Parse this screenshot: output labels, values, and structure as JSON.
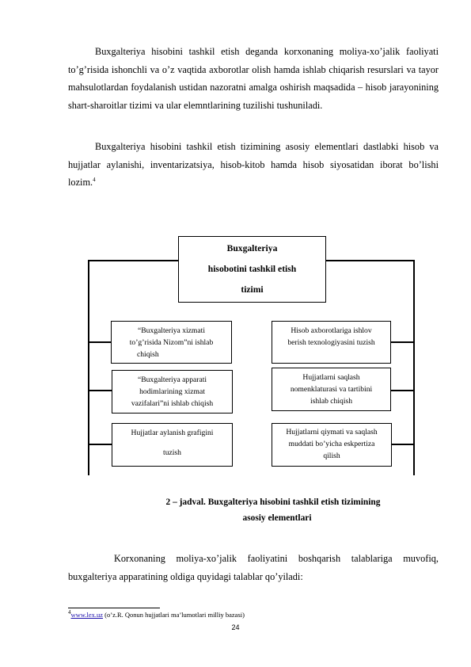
{
  "paragraphs": [
    "Buxgalteriya hisobini tashkil etish deganda korxonaning moliya-xo’jalik faoliyati to’g’risida ishonchli va o’z vaqtida axborotlar olish hamda ishlab chiqarish resurslari va tayor mahsulotlardan foydalanish ustidan nazoratni amalga oshirish maqsadida – hisob jarayonining shart-sharoitlar tizimi va ular elemntlarining tuzilishi tushuniladi.",
    "Buxgalteriya hisobini tashkil etish tizimining asosiy elementlari dastlabki hisob va hujjatlar aylanishi, inventarizatsiya, hisob-kitob hamda hisob siyosatidan iborat bo’lishi lozim.",
    "Korxonaning moliya-xo’jalik faoliyatini boshqarish talablariga muvofiq, buxgalteriya apparatining oldiga quyidagi talablar qo’yiladi:"
  ],
  "footnote_ref": "4",
  "diagram": {
    "main_title_lines": [
      "Buxgalteriya",
      "hisobotini tashkil etish",
      "tizimi"
    ],
    "left_boxes": [
      [
        "“Buxgalteriya xizmati",
        "to’g’risida Nizom”ni ishlab",
        "chiqish"
      ],
      [
        "“Buxgalteriya apparati",
        "hodimlarining xizmat",
        "vazifalari”ni ishlab chiqish"
      ],
      [
        "Hujjatlar aylanish grafigini",
        "tuzish"
      ]
    ],
    "right_boxes": [
      [
        "Hisob axborotlariga ishlov",
        "berish texnologiyasini tuzish"
      ],
      [
        "Hujjatlarni saqlash",
        "nomenklaturasi va tartibini",
        "ishlab chiqish"
      ],
      [
        "Hujjatlarni qiymati va saqlash",
        "muddati bo’yicha eskpertiza",
        "qilish"
      ]
    ]
  },
  "caption": [
    "2 – jadval. Buxgalteriya hisobini tashkil etish tizimining",
    "asosiy elementlari"
  ],
  "footnote": {
    "number": "4",
    "link": "www.lex.uz",
    "text": " (o’z.R. Qonun hujjatlari ma’lumotlari milliy bazasi)"
  },
  "page_number": "24"
}
